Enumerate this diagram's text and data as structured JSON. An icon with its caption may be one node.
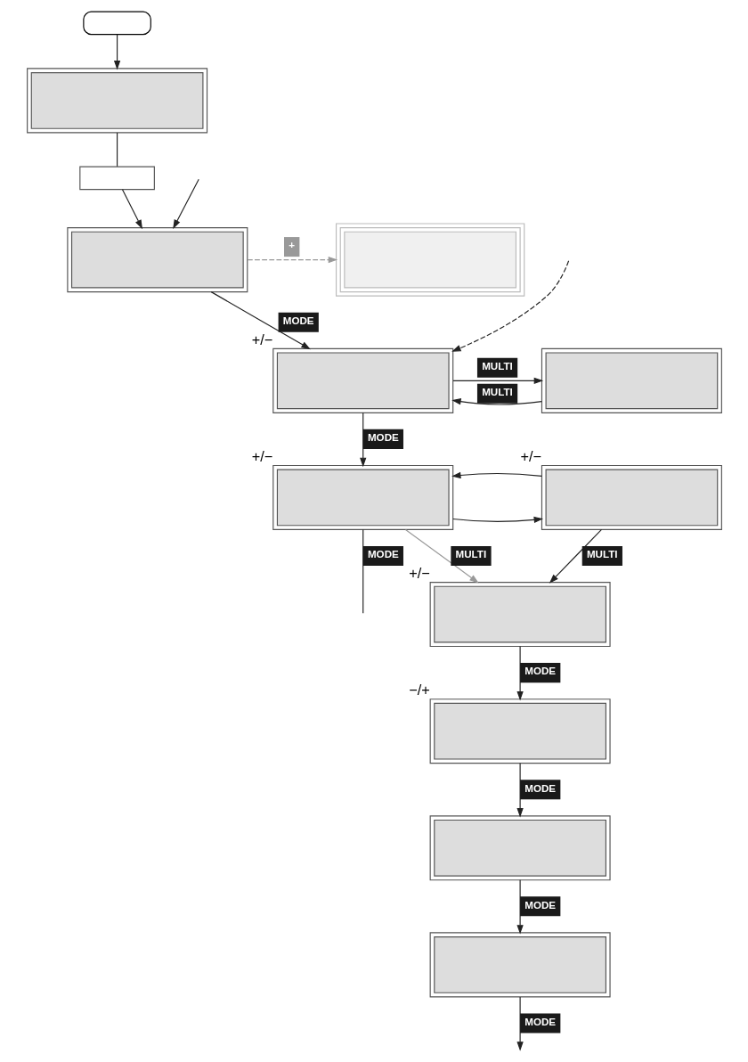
{
  "diagram": {
    "nodes": [
      {
        "text": [],
        "shape": "box"
      },
      {
        "text": [],
        "shape": "box"
      },
      {
        "text": [],
        "shape": "box"
      },
      {
        "text": [],
        "shape": "box"
      },
      {
        "text": [],
        "shape": "box"
      },
      {
        "text": [],
        "shape": "box",
        "beside": [
          "+/−"
        ]
      },
      {
        "text": [],
        "shape": "box"
      },
      {
        "text": [],
        "shape": "box",
        "beside": [
          "+/−"
        ]
      },
      {
        "text": [],
        "shape": "box",
        "beside": [
          "+/−"
        ]
      },
      {
        "text": [],
        "shape": "box",
        "beside": [
          "+/−"
        ]
      },
      {
        "text": [],
        "shape": "box",
        "beside": [
          "−/+"
        ]
      },
      {
        "text": [],
        "shape": "box"
      },
      {
        "text": [],
        "shape": "box"
      }
    ],
    "edges": [
      {
        "from": 0,
        "to": 1,
        "arrow": "to"
      },
      {
        "from": 1,
        "to": 2,
        "arrow": "none"
      },
      {
        "from": 2,
        "to": 3,
        "arrow": "to"
      },
      {
        "from": 3,
        "to": 4,
        "arrow": "to",
        "label": "+",
        "style": "dashed",
        "color": "#999999"
      },
      {
        "from": null,
        "to": 3,
        "arrow": "to"
      },
      {
        "from": null,
        "to": 5,
        "arrow": "to",
        "style": "dashed"
      },
      {
        "from": 3,
        "to": 5,
        "arrow": "to",
        "label": "MODE"
      },
      {
        "from": 5,
        "to": 6,
        "arrow": "to",
        "label": "MULTI"
      },
      {
        "from": 6,
        "to": 5,
        "arrow": "to",
        "label": "MULTI"
      },
      {
        "from": 5,
        "to": 7,
        "arrow": "to",
        "label": "MODE"
      },
      {
        "from": 7,
        "to": 8,
        "arrow": "to"
      },
      {
        "from": 8,
        "to": 7,
        "arrow": "to"
      },
      {
        "from": 7,
        "to": null,
        "arrow": "none",
        "label": "MODE"
      },
      {
        "from": 8,
        "to": 9,
        "arrow": "to",
        "label": "MULTI"
      },
      {
        "from": 7,
        "to": 9,
        "arrow": "to",
        "label": "MULTI",
        "color": "#999999"
      },
      {
        "from": 9,
        "to": 10,
        "arrow": "to",
        "label": "MODE"
      },
      {
        "from": 10,
        "to": 11,
        "arrow": "to",
        "label": "MODE"
      },
      {
        "from": 11,
        "to": 12,
        "arrow": "to",
        "label": "MODE"
      },
      {
        "from": 12,
        "to": null,
        "arrow": "to",
        "label": "MODE"
      }
    ]
  }
}
